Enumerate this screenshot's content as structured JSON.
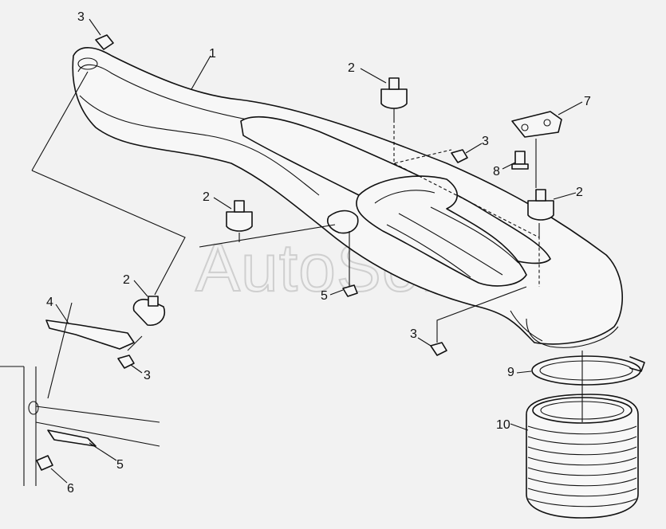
{
  "watermark": "AutoSoft",
  "callouts": [
    {
      "id": "c1",
      "label": "1"
    },
    {
      "id": "c2a",
      "label": "2"
    },
    {
      "id": "c2b",
      "label": "2"
    },
    {
      "id": "c2c",
      "label": "2"
    },
    {
      "id": "c2d",
      "label": "2"
    },
    {
      "id": "c3a",
      "label": "3"
    },
    {
      "id": "c3b",
      "label": "3"
    },
    {
      "id": "c3c",
      "label": "3"
    },
    {
      "id": "c3d",
      "label": "3"
    },
    {
      "id": "c4",
      "label": "4"
    },
    {
      "id": "c5a",
      "label": "5"
    },
    {
      "id": "c5b",
      "label": "5"
    },
    {
      "id": "c6",
      "label": "6"
    },
    {
      "id": "c7",
      "label": "7"
    },
    {
      "id": "c8",
      "label": "8"
    },
    {
      "id": "c9",
      "label": "9"
    },
    {
      "id": "c10",
      "label": "10"
    }
  ]
}
